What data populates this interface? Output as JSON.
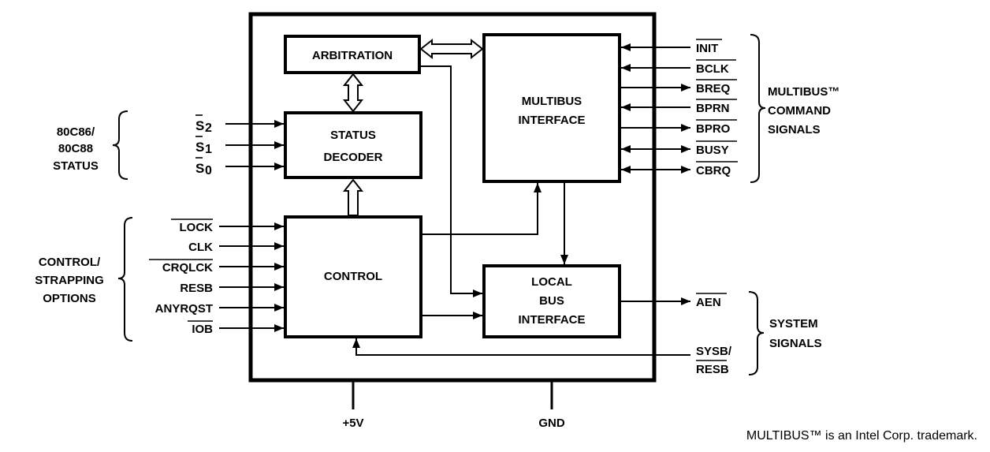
{
  "blocks": {
    "arbitration": "ARBITRATION",
    "status_decoder": [
      "STATUS",
      "DECODER"
    ],
    "control": "CONTROL",
    "multibus_interface": [
      "MULTIBUS",
      "INTERFACE"
    ],
    "local_bus_interface": [
      "LOCAL",
      "BUS",
      "INTERFACE"
    ]
  },
  "status_group": {
    "label": [
      "80C86/",
      "80C88",
      "STATUS"
    ],
    "signals": [
      "S",
      "S",
      "S"
    ],
    "subscripts": [
      "2",
      "1",
      "0"
    ]
  },
  "control_group": {
    "label": [
      "CONTROL/",
      "STRAPPING",
      "OPTIONS"
    ],
    "signals": [
      "LOCK",
      "CLK",
      "CRQLCK",
      "RESB",
      "ANYRQST",
      "IOB"
    ]
  },
  "multibus_group": {
    "label": [
      "MULTIBUS™",
      "COMMAND",
      "SIGNALS"
    ],
    "signals": [
      "INIT",
      "BCLK",
      "BREQ",
      "BPRN",
      "BPRO",
      "BUSY",
      "CBRQ"
    ]
  },
  "system_group": {
    "label": [
      "SYSTEM",
      "SIGNALS"
    ],
    "aen": "AEN",
    "sysb_resb": [
      "SYSB/",
      "RESB"
    ]
  },
  "power": {
    "vcc": "+5V",
    "gnd": "GND"
  },
  "footnote": "MULTIBUS™ is an Intel Corp. trademark."
}
